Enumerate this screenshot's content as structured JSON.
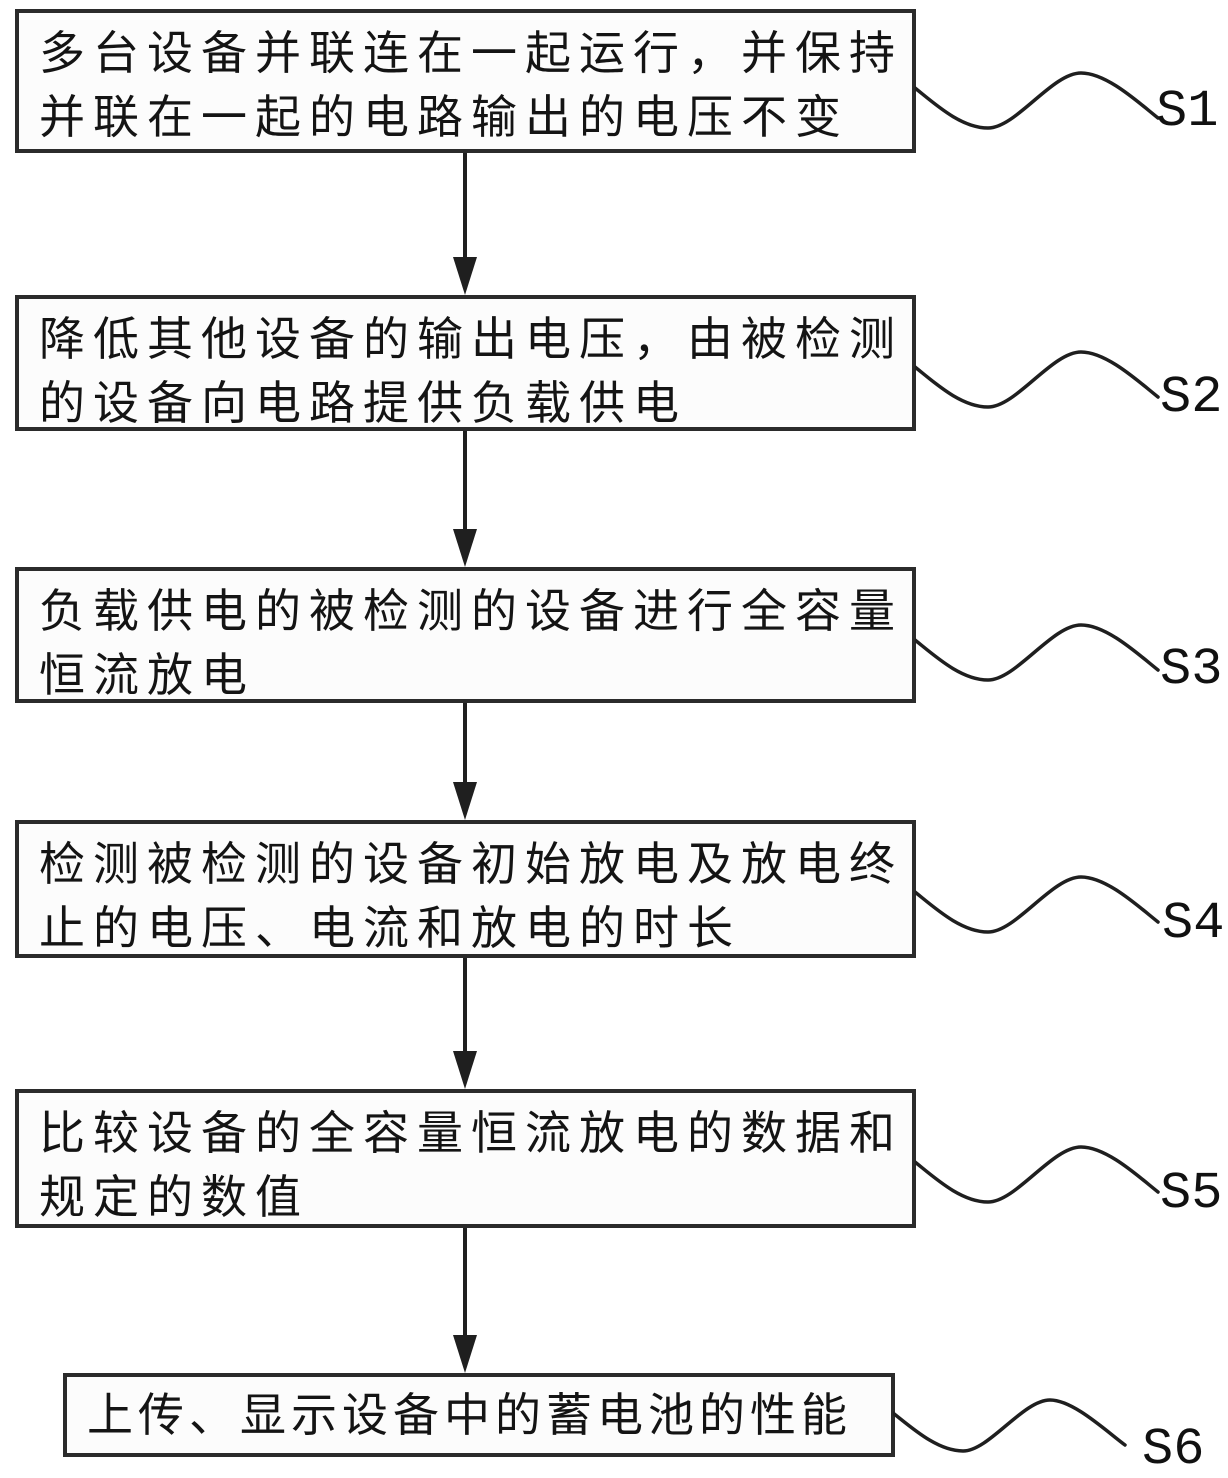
{
  "figure": {
    "type": "flowchart",
    "background": "#ffffff",
    "line_color": "#1f1f1f",
    "box_border_color": "#2b2b2b",
    "box_fill_color": "#fcfcfc",
    "connector_style": "wavy-line",
    "arrow_style": "solid-triangle-down"
  },
  "steps": [
    {
      "label": "S1",
      "text": "多台设备并联连在一起运行，并保持\n并联在一起的电路输出的电压不变"
    },
    {
      "label": "S2",
      "text": "降低其他设备的输出电压，由被检测\n的设备向电路提供负载供电"
    },
    {
      "label": "S3",
      "text": "负载供电的被检测的设备进行全容量\n恒流放电"
    },
    {
      "label": "S4",
      "text": "检测被检测的设备初始放电及放电终\n止的电压、电流和放电的时长"
    },
    {
      "label": "S5",
      "text": "比较设备的全容量恒流放电的数据和\n规定的数值"
    },
    {
      "label": "S6",
      "text": "上传、显示设备中的蓄电池的性能"
    }
  ]
}
